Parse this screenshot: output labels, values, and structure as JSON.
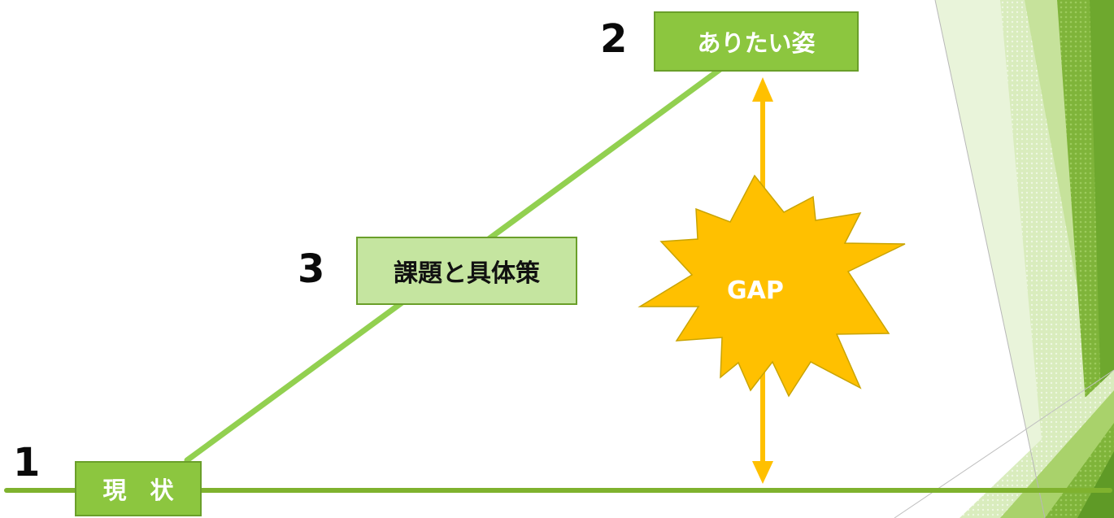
{
  "steps": {
    "current": {
      "number": "1",
      "label": "現　状"
    },
    "ideal": {
      "number": "2",
      "label": "ありたい姿"
    },
    "actions": {
      "number": "3",
      "label": "課題と具体策"
    }
  },
  "gap": {
    "label": "GAP"
  },
  "colors": {
    "line_green": "#92d050",
    "box_dark": "#8cc63f",
    "box_light": "#c5e5a0",
    "box_border": "#6a9f2a",
    "gap_fill": "#ffc000",
    "gap_stroke": "#c9a400",
    "baseline": "#7fb22e"
  }
}
